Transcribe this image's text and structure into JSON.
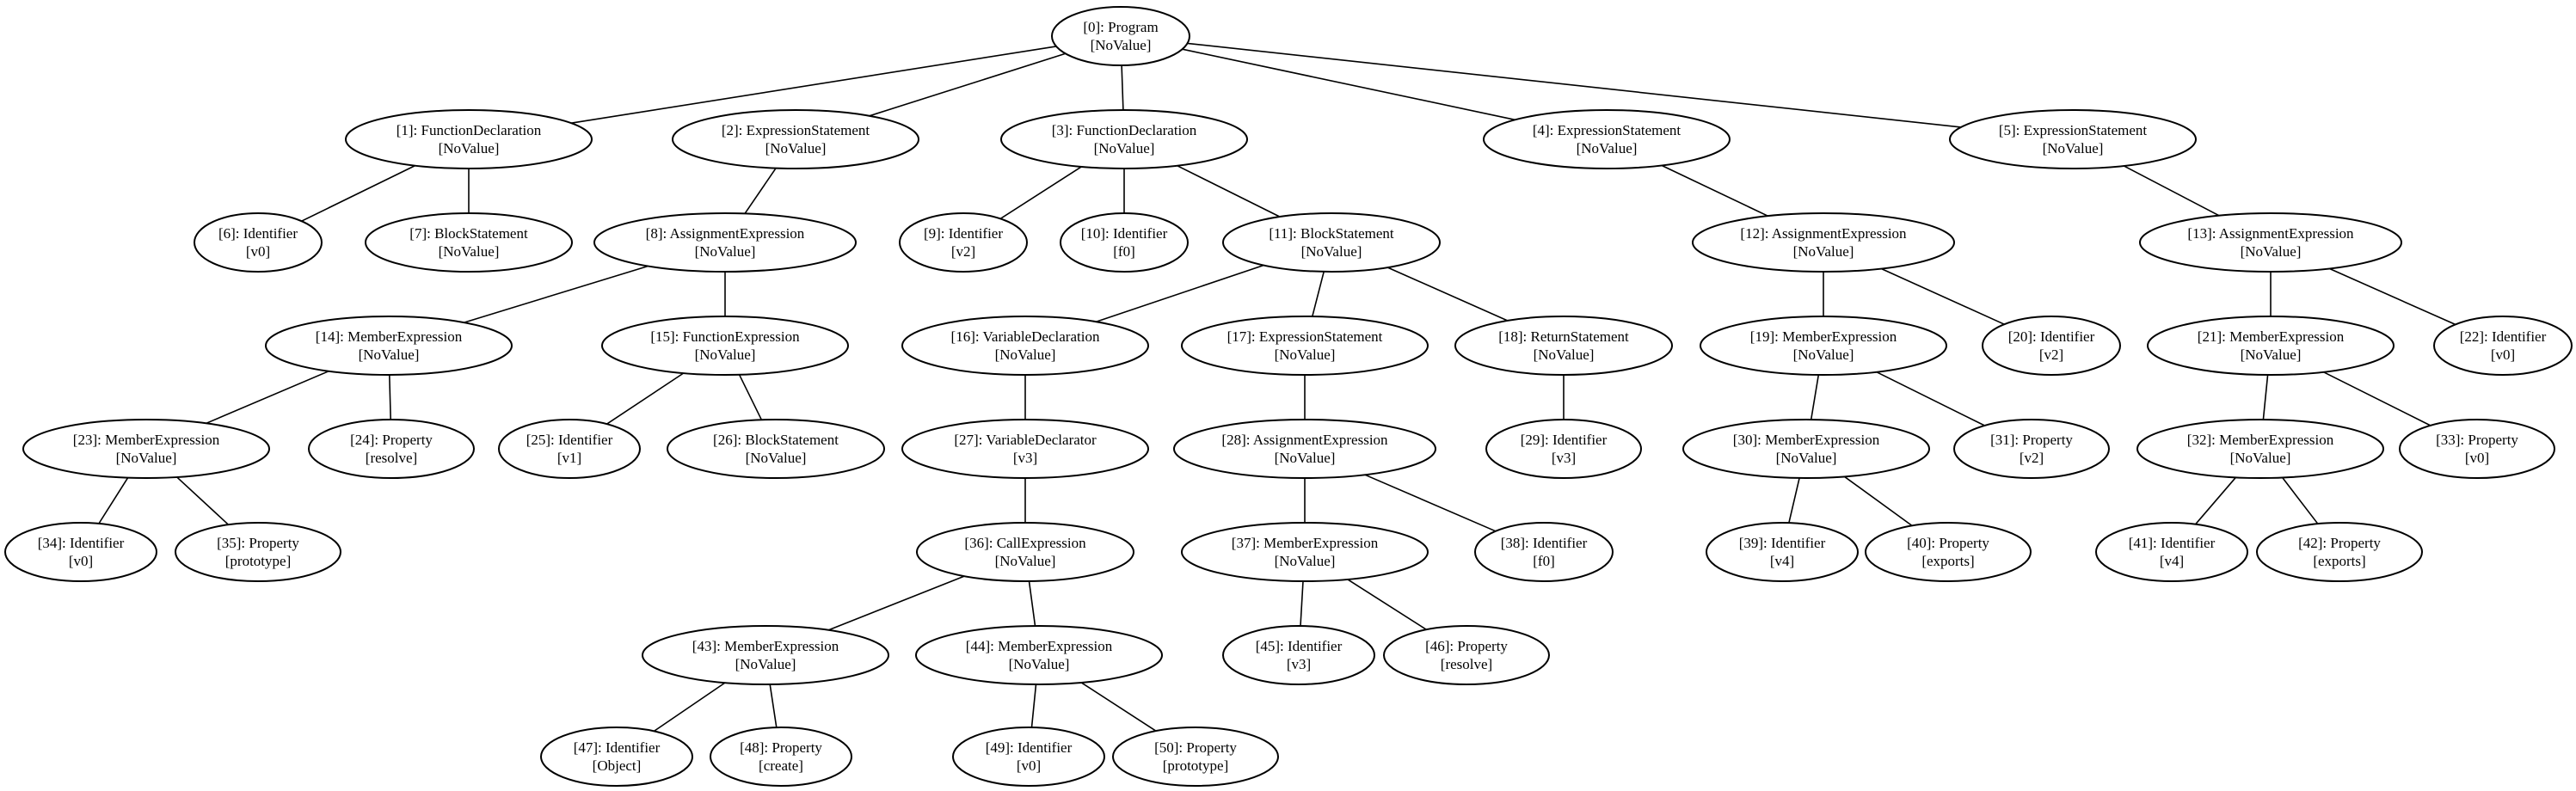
{
  "diagram": {
    "nodes": [
      {
        "id": 0,
        "label": "[0]: Program",
        "value": "[NoValue]"
      },
      {
        "id": 1,
        "label": "[1]: FunctionDeclaration",
        "value": "[NoValue]"
      },
      {
        "id": 2,
        "label": "[2]: ExpressionStatement",
        "value": "[NoValue]"
      },
      {
        "id": 3,
        "label": "[3]: FunctionDeclaration",
        "value": "[NoValue]"
      },
      {
        "id": 4,
        "label": "[4]: ExpressionStatement",
        "value": "[NoValue]"
      },
      {
        "id": 5,
        "label": "[5]: ExpressionStatement",
        "value": "[NoValue]"
      },
      {
        "id": 6,
        "label": "[6]: Identifier",
        "value": "[v0]"
      },
      {
        "id": 7,
        "label": "[7]: BlockStatement",
        "value": "[NoValue]"
      },
      {
        "id": 8,
        "label": "[8]: AssignmentExpression",
        "value": "[NoValue]"
      },
      {
        "id": 9,
        "label": "[9]: Identifier",
        "value": "[v2]"
      },
      {
        "id": 10,
        "label": "[10]: Identifier",
        "value": "[f0]"
      },
      {
        "id": 11,
        "label": "[11]: BlockStatement",
        "value": "[NoValue]"
      },
      {
        "id": 12,
        "label": "[12]: AssignmentExpression",
        "value": "[NoValue]"
      },
      {
        "id": 13,
        "label": "[13]: AssignmentExpression",
        "value": "[NoValue]"
      },
      {
        "id": 14,
        "label": "[14]: MemberExpression",
        "value": "[NoValue]"
      },
      {
        "id": 15,
        "label": "[15]: FunctionExpression",
        "value": "[NoValue]"
      },
      {
        "id": 16,
        "label": "[16]: VariableDeclaration",
        "value": "[NoValue]"
      },
      {
        "id": 17,
        "label": "[17]: ExpressionStatement",
        "value": "[NoValue]"
      },
      {
        "id": 18,
        "label": "[18]: ReturnStatement",
        "value": "[NoValue]"
      },
      {
        "id": 19,
        "label": "[19]: MemberExpression",
        "value": "[NoValue]"
      },
      {
        "id": 20,
        "label": "[20]: Identifier",
        "value": "[v2]"
      },
      {
        "id": 21,
        "label": "[21]: MemberExpression",
        "value": "[NoValue]"
      },
      {
        "id": 22,
        "label": "[22]: Identifier",
        "value": "[v0]"
      },
      {
        "id": 23,
        "label": "[23]: MemberExpression",
        "value": "[NoValue]"
      },
      {
        "id": 24,
        "label": "[24]: Property",
        "value": "[resolve]"
      },
      {
        "id": 25,
        "label": "[25]: Identifier",
        "value": "[v1]"
      },
      {
        "id": 26,
        "label": "[26]: BlockStatement",
        "value": "[NoValue]"
      },
      {
        "id": 27,
        "label": "[27]: VariableDeclarator",
        "value": "[v3]"
      },
      {
        "id": 28,
        "label": "[28]: AssignmentExpression",
        "value": "[NoValue]"
      },
      {
        "id": 29,
        "label": "[29]: Identifier",
        "value": "[v3]"
      },
      {
        "id": 30,
        "label": "[30]: MemberExpression",
        "value": "[NoValue]"
      },
      {
        "id": 31,
        "label": "[31]: Property",
        "value": "[v2]"
      },
      {
        "id": 32,
        "label": "[32]: MemberExpression",
        "value": "[NoValue]"
      },
      {
        "id": 33,
        "label": "[33]: Property",
        "value": "[v0]"
      },
      {
        "id": 34,
        "label": "[34]: Identifier",
        "value": "[v0]"
      },
      {
        "id": 35,
        "label": "[35]: Property",
        "value": "[prototype]"
      },
      {
        "id": 36,
        "label": "[36]: CallExpression",
        "value": "[NoValue]"
      },
      {
        "id": 37,
        "label": "[37]: MemberExpression",
        "value": "[NoValue]"
      },
      {
        "id": 38,
        "label": "[38]: Identifier",
        "value": "[f0]"
      },
      {
        "id": 39,
        "label": "[39]: Identifier",
        "value": "[v4]"
      },
      {
        "id": 40,
        "label": "[40]: Property",
        "value": "[exports]"
      },
      {
        "id": 41,
        "label": "[41]: Identifier",
        "value": "[v4]"
      },
      {
        "id": 42,
        "label": "[42]: Property",
        "value": "[exports]"
      },
      {
        "id": 43,
        "label": "[43]: MemberExpression",
        "value": "[NoValue]"
      },
      {
        "id": 44,
        "label": "[44]: MemberExpression",
        "value": "[NoValue]"
      },
      {
        "id": 45,
        "label": "[45]: Identifier",
        "value": "[v3]"
      },
      {
        "id": 46,
        "label": "[46]: Property",
        "value": "[resolve]"
      },
      {
        "id": 47,
        "label": "[47]: Identifier",
        "value": "[Object]"
      },
      {
        "id": 48,
        "label": "[48]: Property",
        "value": "[create]"
      },
      {
        "id": 49,
        "label": "[49]: Identifier",
        "value": "[v0]"
      },
      {
        "id": 50,
        "label": "[50]: Property",
        "value": "[prototype]"
      }
    ],
    "edges": [
      [
        0,
        1
      ],
      [
        0,
        2
      ],
      [
        0,
        3
      ],
      [
        0,
        4
      ],
      [
        0,
        5
      ],
      [
        1,
        6
      ],
      [
        1,
        7
      ],
      [
        2,
        8
      ],
      [
        3,
        9
      ],
      [
        3,
        10
      ],
      [
        3,
        11
      ],
      [
        4,
        12
      ],
      [
        5,
        13
      ],
      [
        8,
        14
      ],
      [
        8,
        15
      ],
      [
        11,
        16
      ],
      [
        11,
        17
      ],
      [
        11,
        18
      ],
      [
        12,
        19
      ],
      [
        12,
        20
      ],
      [
        13,
        21
      ],
      [
        13,
        22
      ],
      [
        14,
        23
      ],
      [
        14,
        24
      ],
      [
        15,
        25
      ],
      [
        15,
        26
      ],
      [
        16,
        27
      ],
      [
        17,
        28
      ],
      [
        18,
        29
      ],
      [
        19,
        30
      ],
      [
        19,
        31
      ],
      [
        21,
        32
      ],
      [
        21,
        33
      ],
      [
        23,
        34
      ],
      [
        23,
        35
      ],
      [
        27,
        36
      ],
      [
        28,
        37
      ],
      [
        28,
        38
      ],
      [
        30,
        39
      ],
      [
        30,
        40
      ],
      [
        32,
        41
      ],
      [
        32,
        42
      ],
      [
        36,
        43
      ],
      [
        36,
        44
      ],
      [
        37,
        45
      ],
      [
        37,
        46
      ],
      [
        43,
        47
      ],
      [
        43,
        48
      ],
      [
        44,
        49
      ],
      [
        44,
        50
      ]
    ]
  }
}
